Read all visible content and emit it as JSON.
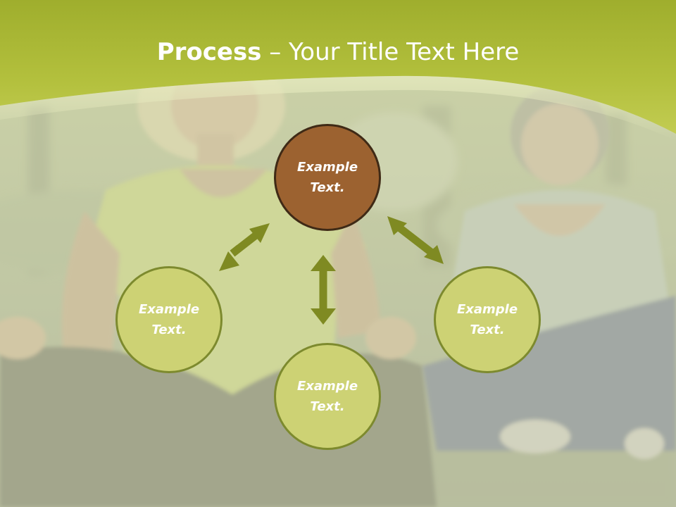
{
  "title": {
    "bold": "Process",
    "rest": " – Your Title Text Here"
  },
  "nodes": {
    "top": "Example\nText.",
    "left": "Example\nText.",
    "bottom": "Example\nText.",
    "right": "Example\nText."
  },
  "colors": {
    "header_band": "#b4c23c",
    "node_green": "#cdd274",
    "node_green_border": "#7d8a2e",
    "node_brown": "#9c6230",
    "node_brown_border": "#3f2a16",
    "arrow": "#7f8a22",
    "title_text": "#ffffff"
  }
}
